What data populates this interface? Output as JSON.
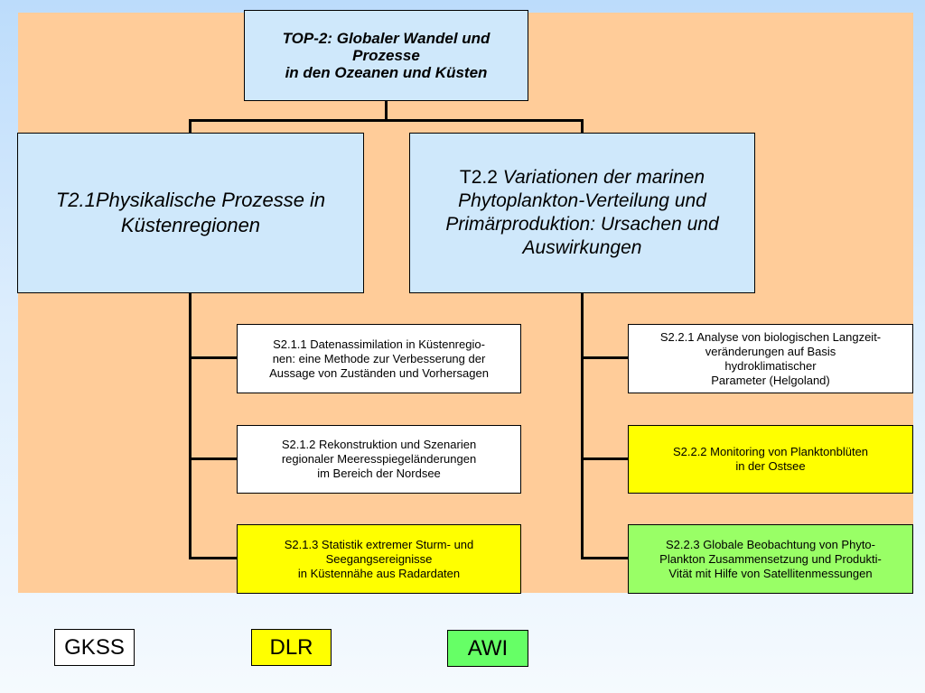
{
  "top": {
    "line1": "TOP-2: Globaler Wandel und",
    "line2": "Prozesse",
    "line3": "in den Ozeanen und Küsten"
  },
  "t21": {
    "line1": "T2.1Physikalische Prozesse in",
    "line2": "Küstenregionen"
  },
  "t22": {
    "prefix": "T2.2",
    "line1": "Variationen der marinen",
    "line2": "Phytoplankton-Verteilung und",
    "line3": "Primärproduktion: Ursachen und",
    "line4": "Auswirkungen"
  },
  "s211": {
    "line1": "S2.1.1 Datenassimilation in Küstenregio-",
    "line2": "nen: eine Methode zur Verbesserung der",
    "line3": "Aussage von Zuständen und Vorhersagen"
  },
  "s212": {
    "line1": "S2.1.2 Rekonstruktion und Szenarien",
    "line2": "regionaler Meeresspiegeländerungen",
    "line3": "im Bereich der Nordsee"
  },
  "s213": {
    "line1": "S2.1.3 Statistik extremer Sturm- und",
    "line2": "Seegangsereignisse",
    "line3": "in Küstennähe aus Radardaten"
  },
  "s221": {
    "line1": "S2.2.1 Analyse von biologischen Langzeit-",
    "line2": "veränderungen  auf Basis",
    "line3": "hydroklimatischer",
    "line4": "Parameter (Helgoland)"
  },
  "s222": {
    "line1": "S2.2.2 Monitoring von Planktonblüten",
    "line2": "in der Ostsee"
  },
  "s223": {
    "line1": "S2.2.3 Globale Beobachtung von Phyto-",
    "line2": "Plankton Zusammensetzung und Produkti-",
    "line3": "Vität mit Hilfe von Satellitenmessungen"
  },
  "legend": {
    "gkss": "GKSS",
    "dlr": "DLR",
    "awi": "AWI"
  },
  "colors": {
    "background_panel": "#ffcc99",
    "top_boxes": "#cfe8fb",
    "gkss": "#ffffff",
    "dlr": "#ffff00",
    "awi": "#66ff66"
  }
}
